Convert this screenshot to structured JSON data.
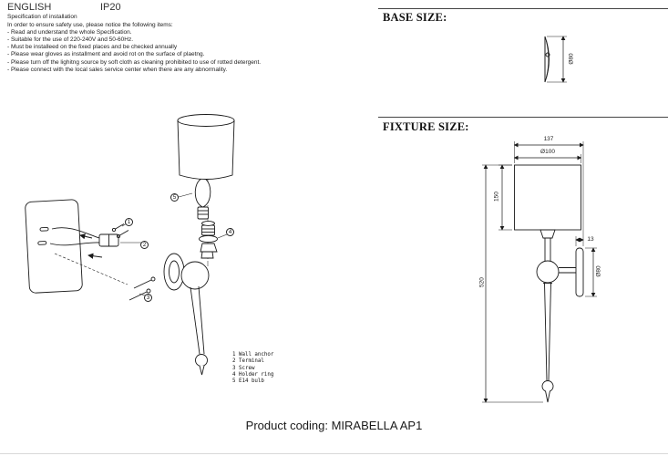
{
  "header": {
    "language": "ENGLISH",
    "ip_rating": "IP20"
  },
  "specification": {
    "title": "Specification of installation",
    "intro": "In order to ensure safety use, please notice the following items:",
    "items": [
      "- Read and understand the whole Specification.",
      "- Suitable for the use of 220-240V and 50-60Hz.",
      "- Must be installeed on the fixed places and be checked annually",
      "- Please wear gloves as installment and avoid rot on the surface of plaetng.",
      "- Please turn off the lighitng source by soft cloth as cleaning prohibited to use of rotted detergent.",
      "- Please connect with the local sales service center when there are any abnormality."
    ]
  },
  "exploded_view": {
    "callouts": [
      "1",
      "2",
      "3",
      "4",
      "5"
    ],
    "parts_list": [
      "1 Wall anchor",
      "2 Terminal",
      "3 Screw",
      "4 Holder ring",
      "5 E14 bulb"
    ]
  },
  "base_size": {
    "heading": "BASE SIZE:",
    "diameter": "Ø80"
  },
  "fixture_size": {
    "heading": "FIXTURE SIZE:",
    "total_width": "137",
    "shade_diameter": "Ø100",
    "shade_height": "150",
    "bracket_depth": "13",
    "base_diameter": "Ø80",
    "total_height": "520"
  },
  "footer": {
    "product_coding": "Product coding: MIRABELLA AP1"
  }
}
